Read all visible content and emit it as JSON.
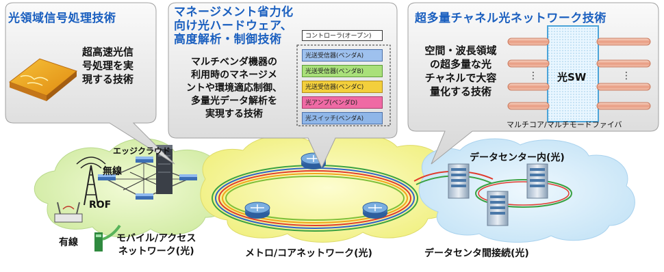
{
  "callouts": {
    "left": {
      "title": "光領域信号処理技術",
      "desc_lines": [
        "超高速光信",
        "号処理を実",
        "現する技術"
      ]
    },
    "center": {
      "title_lines": [
        "マネージメント省力化",
        "向け光ハードウェア、",
        "高度解析・制御技術"
      ],
      "desc_lines": [
        "マルチベンダ機器の",
        "利用時のマネージメ",
        "ントや環境適応制御、",
        "多量光データ解析を",
        "実現する技術"
      ],
      "stack_items": [
        "コントローラ(オープン)",
        "光送受信器(ベンダA)",
        "光送受信器(ベンダB)",
        "光送受信器(ベンダC)",
        "光アンプ(ベンダD)",
        "光スイッチ(ベンダA)"
      ]
    },
    "right": {
      "title": "超多量チャネル光ネットワーク技術",
      "desc_lines": [
        "空間・波長領域",
        "の超多量な光",
        "チャネルで大容",
        "量化する技術"
      ],
      "switch_label": "光SW",
      "fiber_label": "マルチコア/マルチモードファイバ"
    }
  },
  "network": {
    "edge_cloud": "エッジクラウド",
    "wireless": "無線",
    "rof": "ROF",
    "wired": "有線",
    "mobile_access_lines": [
      "モバイル/アクセス",
      "ネットワーク(光)"
    ],
    "metro_core": "メトロ/コアネットワーク(光)",
    "dc_inside": "データセンター内(光)",
    "dc_interconnect": "データセンタ間接続(光)"
  },
  "colors": {
    "title_blue": "#1a5fbf",
    "callout_fill": "#e6e6e6",
    "cloud_green": "#d8f0a8",
    "cloud_yellow": "#f6f58c",
    "cloud_blue": "#cfe8f8"
  }
}
